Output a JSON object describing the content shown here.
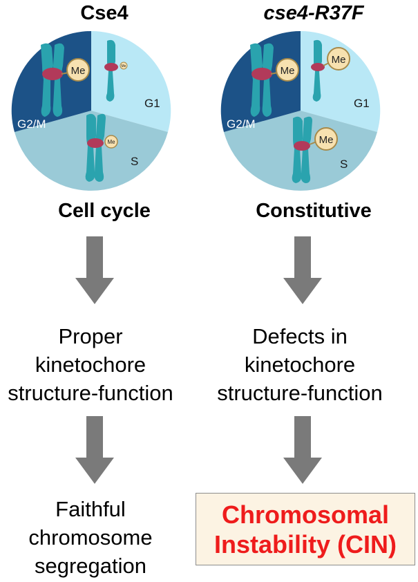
{
  "left": {
    "title": "Cse4",
    "pattern": "Cell cycle",
    "step1": [
      "Proper",
      "kinetochore",
      "structure-function"
    ],
    "step2": [
      "Faithful",
      "chromosome",
      "segregation"
    ]
  },
  "right": {
    "title": "cse4-R37F",
    "pattern": "Constitutive",
    "step1": [
      "Defects in",
      "kinetochore",
      "structure-function"
    ],
    "step2": [
      "Chromosomal",
      "Instability (CIN)"
    ]
  },
  "phases": {
    "g1": "G1",
    "s": "S",
    "g2m": "G2/M"
  },
  "me_label": "Me",
  "colors": {
    "g2m_sector": "#1c5287",
    "g1_sector": "#b9e8f6",
    "s_sector": "#9acad7",
    "chromosome": "#2aa3ae",
    "centromere": "#b23a5a",
    "me_circle": "#f7e1b0",
    "arrow": "#7a7a7a",
    "cin_text": "#ee1c1c",
    "cin_box": "#fcf3e3"
  }
}
